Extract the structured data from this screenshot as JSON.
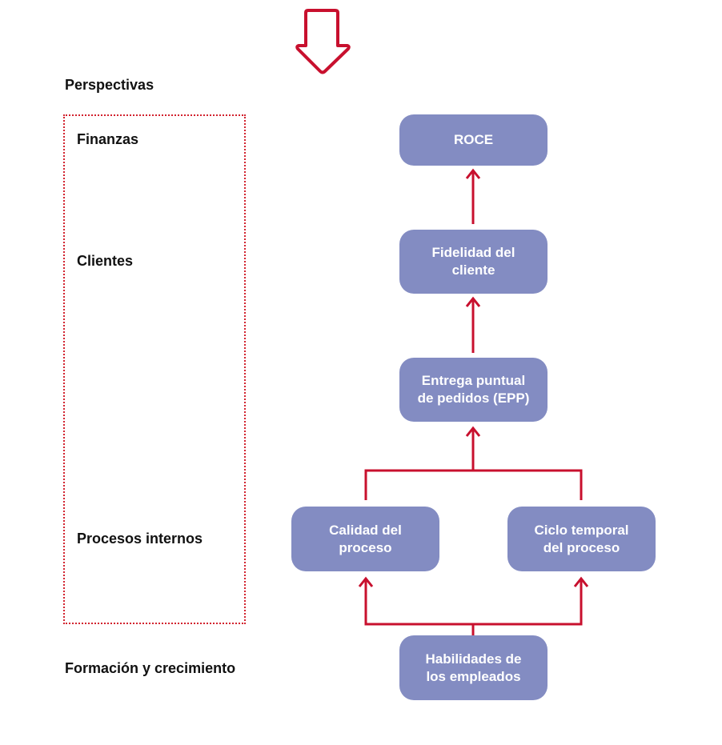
{
  "colors": {
    "node_fill": "#838cc2",
    "node_text": "#ffffff",
    "arrow": "#c8102e",
    "dotted_box": "#d2232f"
  },
  "header": {
    "title": "Perspectivas"
  },
  "perspectives": [
    "Finanzas",
    "Clientes",
    "Procesos internos",
    "Formación y crecimiento"
  ],
  "nodes": {
    "roce": "ROCE",
    "fidelidad": "Fidelidad del\ncliente",
    "epp": "Entrega puntual\nde pedidos (EPP)",
    "calidad": "Calidad del\nproceso",
    "ciclo": "Ciclo temporal\ndel proceso",
    "habilidades": "Habilidades de\nlos empleados"
  },
  "icons": {
    "top_arrow": "down-arrow-outline-icon"
  }
}
